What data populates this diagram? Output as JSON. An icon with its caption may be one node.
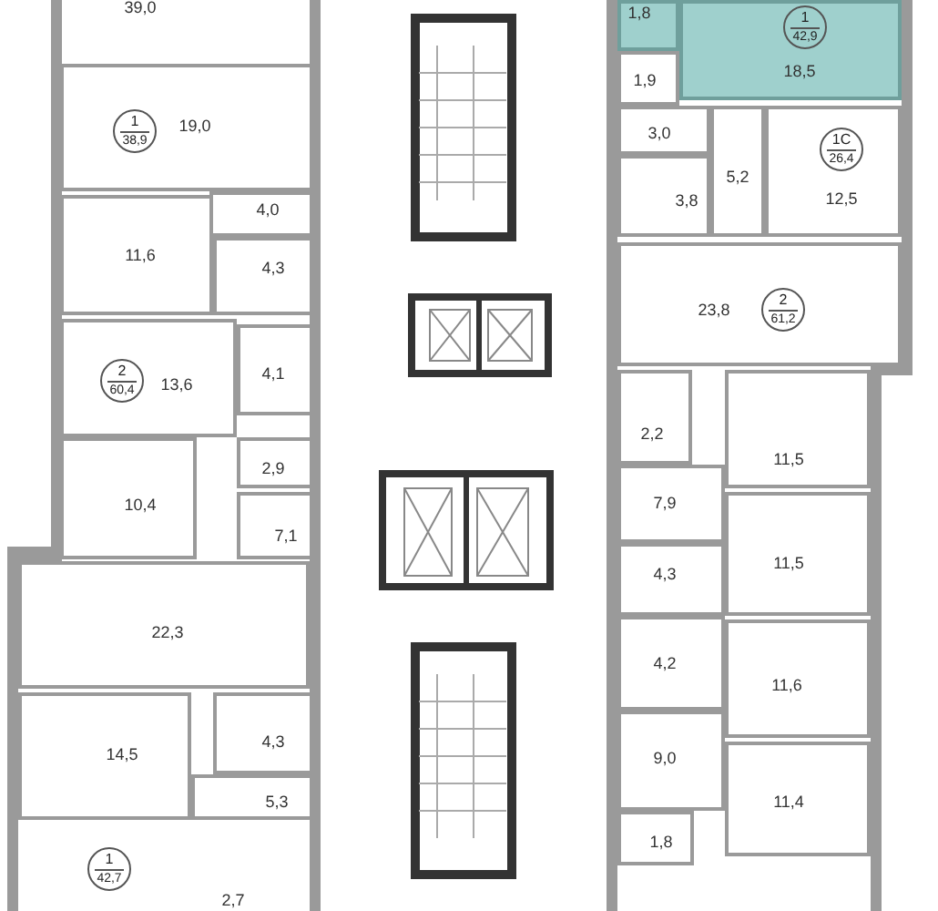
{
  "diagram": {
    "nodes": [
      {
        "text": [
          "19,0"
        ]
      },
      {
        "text": [
          "1",
          "38,9"
        ],
        "in": 0
      },
      {
        "text": [
          "4,0"
        ]
      },
      {
        "text": [
          "11,6"
        ]
      },
      {
        "text": [
          "4,3"
        ]
      },
      {
        "text": [
          "13,6"
        ]
      },
      {
        "text": [
          "2",
          "60,4"
        ],
        "in": 5
      },
      {
        "text": [
          "4,1"
        ]
      },
      {
        "text": [
          "2,9"
        ]
      },
      {
        "text": [
          "10,4"
        ]
      },
      {
        "text": [
          "7,1"
        ]
      },
      {
        "text": [
          "22,3"
        ]
      },
      {
        "text": [
          "4,3"
        ]
      },
      {
        "text": [
          "14,5"
        ]
      },
      {
        "text": [
          "5,3"
        ]
      },
      {
        "text": [
          "1",
          "42,7"
        ]
      },
      {
        "text": [
          "1,8"
        ]
      },
      {
        "text": [
          "18,5"
        ]
      },
      {
        "text": [
          "1",
          "42,9"
        ],
        "in": 17
      },
      {
        "text": [
          "1,9"
        ]
      },
      {
        "text": [
          "3,0"
        ]
      },
      {
        "text": [
          "5,2"
        ]
      },
      {
        "text": [
          "12,5"
        ]
      },
      {
        "text": [
          "1С",
          "26,4"
        ],
        "in": 22
      },
      {
        "text": [
          "3,8"
        ]
      },
      {
        "text": [
          "23,8"
        ]
      },
      {
        "text": [
          "2",
          "61,2"
        ],
        "in": 25
      },
      {
        "text": [
          "2,2"
        ]
      },
      {
        "text": [
          "11,5"
        ]
      },
      {
        "text": [
          "7,9"
        ]
      },
      {
        "text": [
          "4,3"
        ]
      },
      {
        "text": [
          "11,5"
        ]
      },
      {
        "text": [
          "4,2"
        ]
      },
      {
        "text": [
          "11,6"
        ]
      },
      {
        "text": [
          "9,0"
        ]
      },
      {
        "text": [
          "11,4"
        ]
      },
      {
        "text": [
          "1,8"
        ]
      }
    ],
    "labels": [
      "39,0",
      "2,7"
    ]
  }
}
